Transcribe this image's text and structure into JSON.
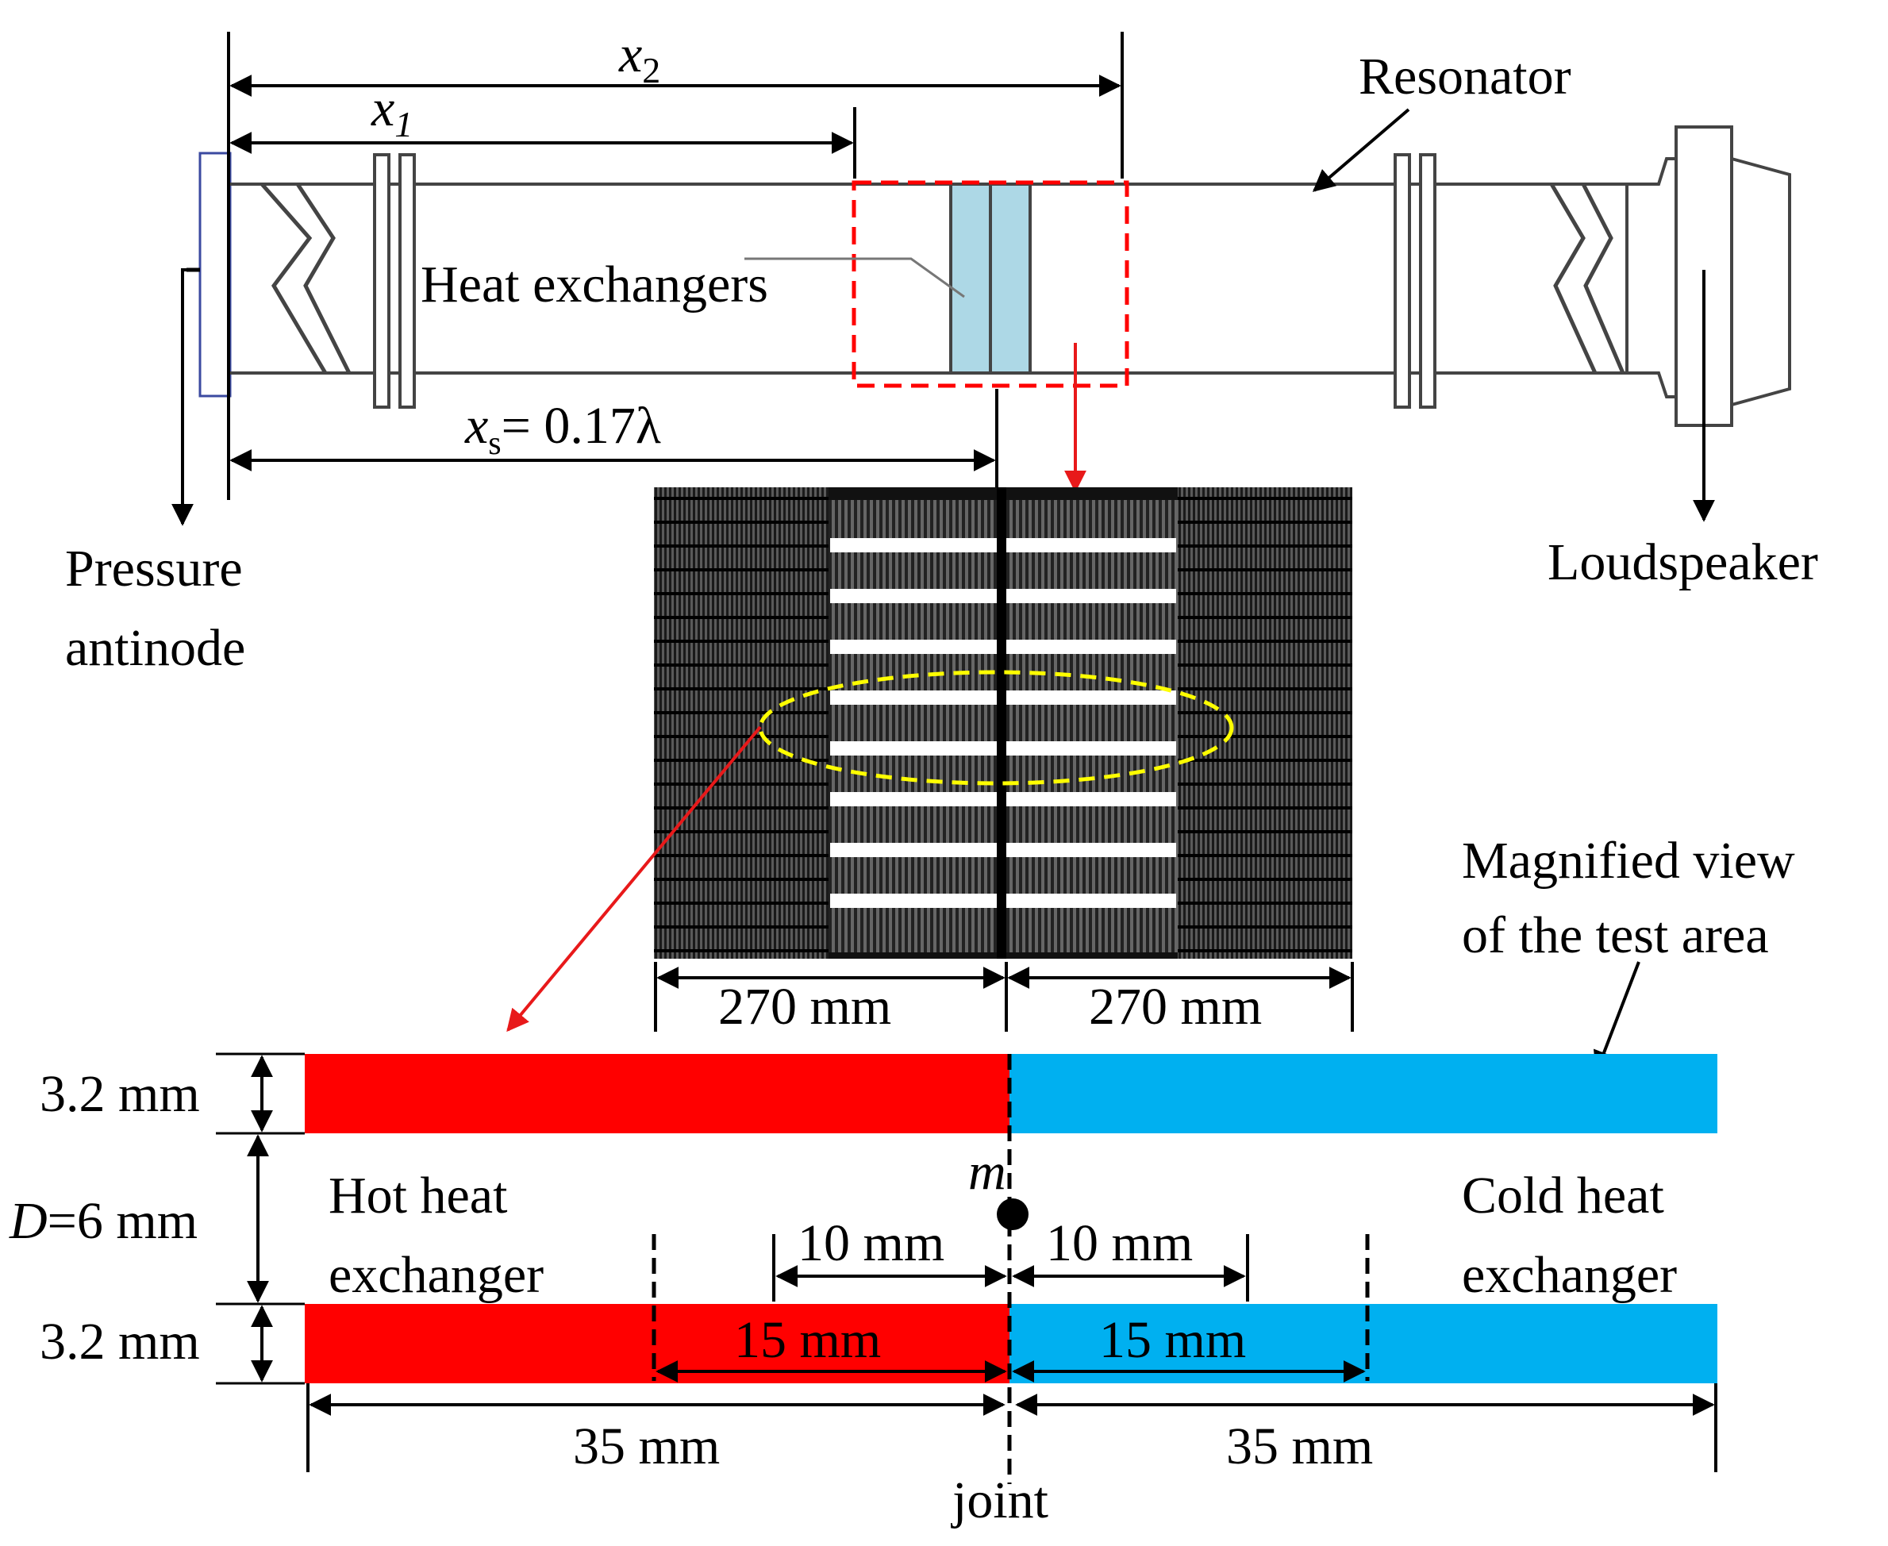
{
  "labels": {
    "x2": "x",
    "x2_sub": "2",
    "x1": "x",
    "x1_sub": "1",
    "xs": "x",
    "xs_sub": "s",
    "xs_value": "= 0.17λ",
    "resonator": "Resonator",
    "heat_exchangers": "Heat exchangers",
    "pressure_antinode_line1": "Pressure",
    "pressure_antinode_line2": "antinode",
    "loudspeaker": "Loudspeaker",
    "magnified_line1": "Magnified  view",
    "magnified_line2": "of the test area",
    "dim_270_left": "270 mm",
    "dim_270_right": "270 mm",
    "plate_thickness_top": "3.2 mm",
    "plate_thickness_bottom": "3.2 mm",
    "spacing_D": "D",
    "spacing_value": "=6 mm",
    "hot_line1": "Hot heat",
    "hot_line2": "exchanger",
    "cold_line1": "Cold heat",
    "cold_line2": "exchanger",
    "point_m": "m",
    "dim_10_left": "10 mm",
    "dim_10_right": "10 mm",
    "dim_15_left": "15 mm",
    "dim_15_right": "15 mm",
    "dim_35_left": "35 mm",
    "dim_35_right": "35 mm",
    "joint": "joint"
  },
  "colors": {
    "hot": "#ff0000",
    "cold": "#00b0f0",
    "highlight_box": "#ff0000",
    "ellipse": "#ffff00",
    "stack_fill": "#add8e6"
  }
}
